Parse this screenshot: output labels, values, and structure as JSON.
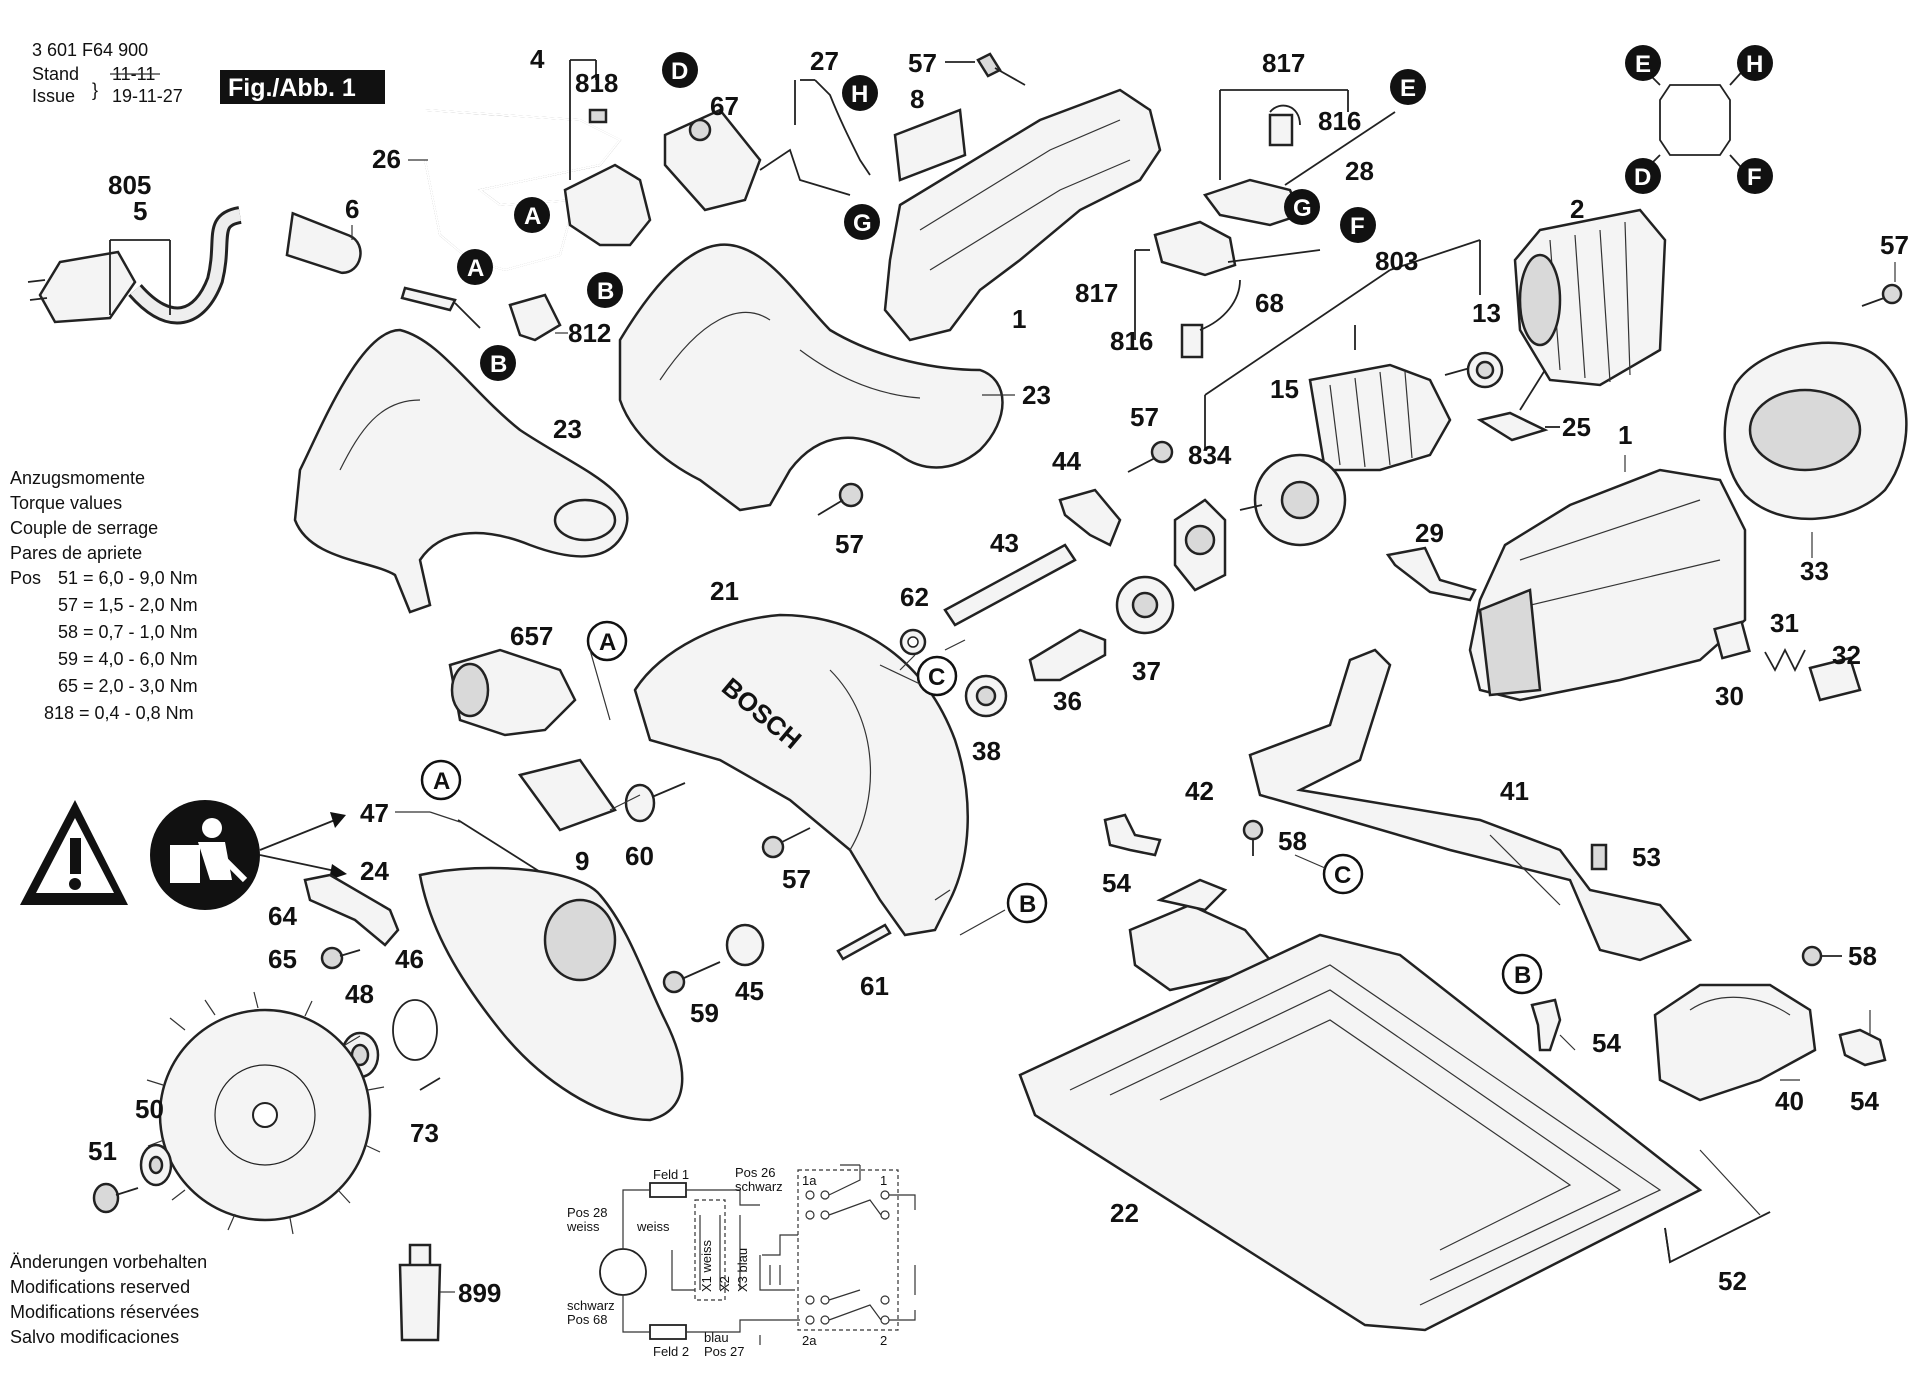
{
  "header": {
    "part_number": "3 601 F64 900",
    "stand_label": "Stand",
    "issue_label": "Issue",
    "old_date": "11-11",
    "date": "19-11-27",
    "figure_label": "Fig./Abb. 1"
  },
  "torque": {
    "lines": [
      "Anzugsmomente",
      "Torque values",
      "Couple de serrage",
      "Pares de apriete"
    ],
    "pos_label": "Pos",
    "values": [
      "51 = 6,0 - 9,0 Nm",
      "57 = 1,5 - 2,0 Nm",
      "58 = 0,7 - 1,0 Nm",
      "59 = 4,0 - 6,0 Nm",
      "65 = 2,0 - 3,0 Nm",
      "818 = 0,4 - 0,8 Nm"
    ]
  },
  "modifications": [
    "Änderungen vorbehalten",
    "Modifications reserved",
    "Modifications réservées",
    "Salvo modificaciones"
  ],
  "connectors": {
    "A": "A",
    "B": "B",
    "C": "C",
    "D": "D",
    "E": "E",
    "F": "F",
    "G": "G",
    "H": "H"
  },
  "parts": {
    "p1": "1",
    "p2": "2",
    "p4": "4",
    "p5": "5",
    "p6": "6",
    "p8": "8",
    "p9": "9",
    "p13": "13",
    "p15": "15",
    "p21": "21",
    "p22": "22",
    "p23": "23",
    "p24": "24",
    "p25": "25",
    "p26": "26",
    "p27": "27",
    "p28": "28",
    "p29": "29",
    "p30": "30",
    "p31": "31",
    "p32": "32",
    "p33": "33",
    "p36": "36",
    "p37": "37",
    "p38": "38",
    "p40": "40",
    "p41": "41",
    "p42": "42",
    "p43": "43",
    "p44": "44",
    "p45": "45",
    "p46": "46",
    "p47": "47",
    "p48": "48",
    "p50": "50",
    "p51": "51",
    "p52": "52",
    "p53": "53",
    "p54": "54",
    "p57": "57",
    "p58": "58",
    "p59": "59",
    "p60": "60",
    "p61": "61",
    "p62": "62",
    "p64": "64",
    "p65": "65",
    "p67": "67",
    "p68": "68",
    "p73": "73",
    "p657": "657",
    "p803": "803",
    "p805": "805",
    "p812": "812",
    "p816": "816",
    "p817": "817",
    "p818": "818",
    "p834": "834",
    "p899": "899"
  },
  "brand": "BOSCH",
  "wiring": {
    "feld1": "Feld 1",
    "feld2": "Feld 2",
    "pos26": "Pos 26",
    "schwarz_top": "schwarz",
    "pos28": "Pos 28",
    "weiss_left": "weiss",
    "weiss_mid": "weiss",
    "schwarz_bottom": "schwarz",
    "pos68": "Pos 68",
    "blau": "blau",
    "pos27": "Pos 27",
    "x1": "X1 weiss",
    "x2": "X2",
    "x3": "X3 blau",
    "t1a": "1a",
    "t1": "1",
    "t2a": "2a",
    "t2": "2"
  }
}
